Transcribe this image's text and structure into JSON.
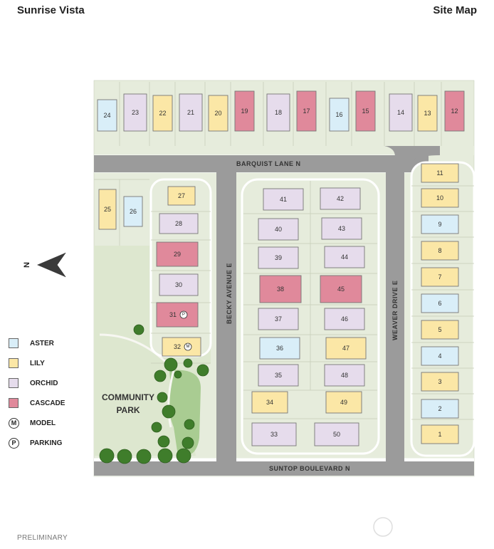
{
  "header": {
    "title": "Sunrise Vista",
    "subtitle": "Site Map"
  },
  "footer": {
    "note": "PRELIMINARY"
  },
  "park": {
    "line1": "COMMUNITY",
    "line2": "PARK"
  },
  "north_label": "N",
  "streets": {
    "barquist": "BARQUIST LANE N",
    "becky": "BECKY AVENUE E",
    "weaver": "WEAVER DRIVE E",
    "suntop": "SUNTOP BOULEVARD N"
  },
  "colors": {
    "aster": "#d9eef8",
    "lily": "#fbe7a6",
    "orchid": "#e6dcec",
    "cascade": "#e0899b",
    "lot_bg": "#e6ecdc",
    "road": "#9b9b9b",
    "tree": "#3f7d2b"
  },
  "legend": [
    {
      "key": "aster",
      "label": "ASTER"
    },
    {
      "key": "lily",
      "label": "LILY"
    },
    {
      "key": "orchid",
      "label": "ORCHID"
    },
    {
      "key": "cascade",
      "label": "CASCADE"
    },
    {
      "symbol": "M",
      "label": "MODEL"
    },
    {
      "symbol": "P",
      "label": "PARKING"
    }
  ],
  "lots": [
    {
      "n": "1",
      "type": "lily"
    },
    {
      "n": "2",
      "type": "aster"
    },
    {
      "n": "3",
      "type": "lily"
    },
    {
      "n": "4",
      "type": "aster"
    },
    {
      "n": "5",
      "type": "lily"
    },
    {
      "n": "6",
      "type": "aster"
    },
    {
      "n": "7",
      "type": "lily"
    },
    {
      "n": "8",
      "type": "lily"
    },
    {
      "n": "9",
      "type": "aster"
    },
    {
      "n": "10",
      "type": "lily"
    },
    {
      "n": "11",
      "type": "lily"
    },
    {
      "n": "12",
      "type": "cascade"
    },
    {
      "n": "13",
      "type": "lily"
    },
    {
      "n": "14",
      "type": "orchid"
    },
    {
      "n": "15",
      "type": "cascade"
    },
    {
      "n": "16",
      "type": "aster"
    },
    {
      "n": "17",
      "type": "cascade"
    },
    {
      "n": "18",
      "type": "orchid"
    },
    {
      "n": "19",
      "type": "cascade"
    },
    {
      "n": "20",
      "type": "lily"
    },
    {
      "n": "21",
      "type": "orchid"
    },
    {
      "n": "22",
      "type": "lily"
    },
    {
      "n": "23",
      "type": "orchid"
    },
    {
      "n": "24",
      "type": "aster"
    },
    {
      "n": "25",
      "type": "lily"
    },
    {
      "n": "26",
      "type": "aster"
    },
    {
      "n": "27",
      "type": "lily"
    },
    {
      "n": "28",
      "type": "orchid"
    },
    {
      "n": "29",
      "type": "cascade"
    },
    {
      "n": "30",
      "type": "orchid"
    },
    {
      "n": "31",
      "type": "cascade",
      "badge": "P"
    },
    {
      "n": "32",
      "type": "lily",
      "badge": "M"
    },
    {
      "n": "33",
      "type": "orchid"
    },
    {
      "n": "34",
      "type": "lily"
    },
    {
      "n": "35",
      "type": "orchid"
    },
    {
      "n": "36",
      "type": "aster"
    },
    {
      "n": "37",
      "type": "orchid"
    },
    {
      "n": "38",
      "type": "cascade"
    },
    {
      "n": "39",
      "type": "orchid"
    },
    {
      "n": "40",
      "type": "orchid"
    },
    {
      "n": "41",
      "type": "orchid"
    },
    {
      "n": "42",
      "type": "orchid"
    },
    {
      "n": "43",
      "type": "orchid"
    },
    {
      "n": "44",
      "type": "orchid"
    },
    {
      "n": "45",
      "type": "cascade"
    },
    {
      "n": "46",
      "type": "orchid"
    },
    {
      "n": "47",
      "type": "lily"
    },
    {
      "n": "48",
      "type": "orchid"
    },
    {
      "n": "49",
      "type": "lily"
    },
    {
      "n": "50",
      "type": "orchid"
    }
  ]
}
